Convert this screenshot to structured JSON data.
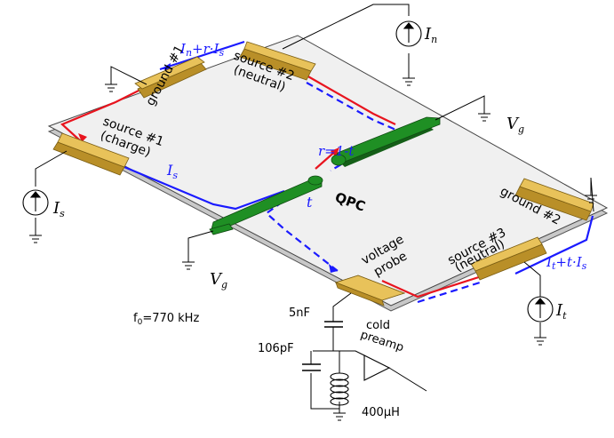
{
  "labels": {
    "ground1": "ground #1",
    "ground2": "ground #2",
    "source1_line1": "source #1",
    "source1_line2": "(charge)",
    "source2_line1": "source #2",
    "source2_line2": "(neutral)",
    "source3_line1": "source #3",
    "source3_line2": "(neutral)",
    "probe_line1": "voltage",
    "probe_line2": "probe",
    "qpc": "QPC",
    "cap_5nF": "5nF",
    "cap_106pF": "106pF",
    "inductor": "400μH",
    "preamp_line1": "cold",
    "preamp_line2": "preamp",
    "freq_f": "f",
    "freq_sub": "0",
    "freq_value": "=770 kHz"
  },
  "math": {
    "In": "I",
    "In_sub": "n",
    "Is": "I",
    "Is_sub": "s",
    "It": "I",
    "It_sub": "t",
    "Vg": "V",
    "Vg_sub": "g",
    "top_current_a": "I",
    "top_current_a_sub": "n",
    "top_current_b": "+r·I",
    "top_current_b_sub": "s",
    "right_current_a": "I",
    "right_current_a_sub": "t",
    "right_current_b": "+t·I",
    "right_current_b_sub": "s",
    "r_eq": "r=1-t",
    "t": "t",
    "edge_Is": "I",
    "edge_Is_sub": "s"
  },
  "colors": {
    "edge_blue": "#1a1aff",
    "edge_red": "#e8141e",
    "gate_green": "#1f8f24",
    "contact_gold": "#e8c25a",
    "sample_gray": "#f0f0f0"
  }
}
